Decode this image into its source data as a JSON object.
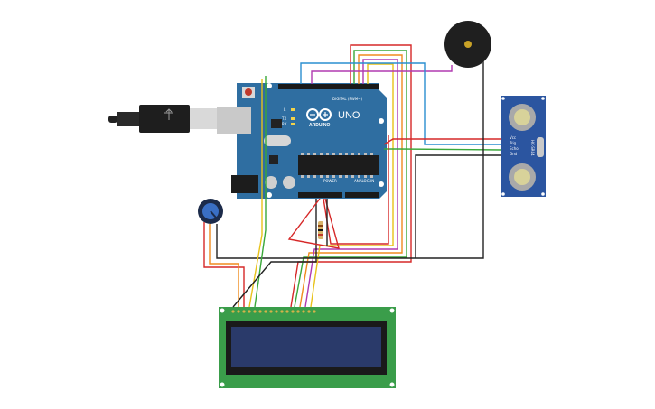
{
  "board": {
    "model": "UNO",
    "brand": "ARDUINO",
    "digital_label": "DIGITAL (PWM~)",
    "power_label": "POWER",
    "analog_label": "ANALOG IN",
    "tx_label": "TX",
    "rx_label": "RX",
    "l_label": "L"
  },
  "sensor": {
    "model": "HC-SR04",
    "pins": [
      "Vcc",
      "Trig",
      "Echo",
      "Gnd"
    ]
  },
  "colors": {
    "board": "#2f6ea1",
    "lcd_board": "#3a9d4a",
    "lcd_screen": "#2a3a6a",
    "wire_red": "#d62828",
    "wire_black": "#222222",
    "wire_green": "#3aa83a",
    "wire_blue": "#2a8fd0",
    "wire_orange": "#f08c1e",
    "wire_purple": "#b03ab0",
    "wire_yellow": "#e8c21a"
  }
}
